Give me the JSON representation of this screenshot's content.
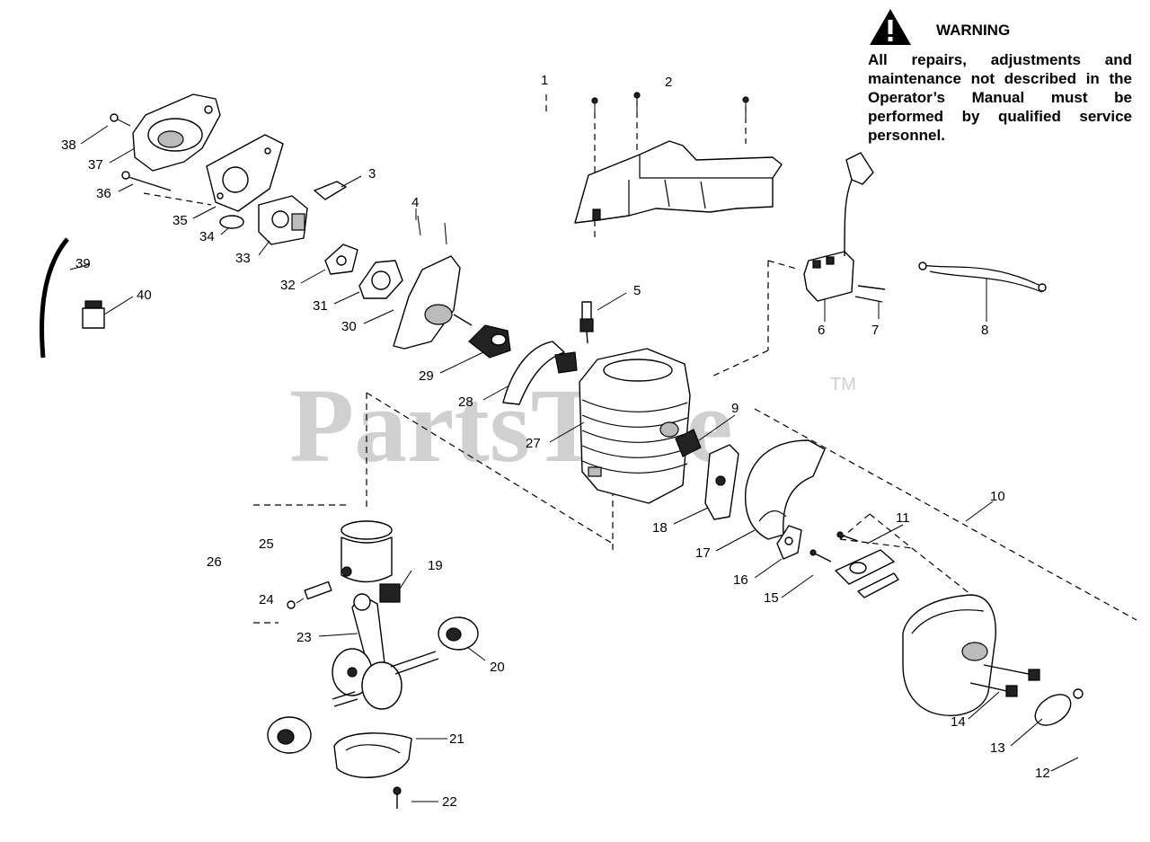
{
  "warning": {
    "title": "WARNING",
    "text": "All repairs, adjustments and maintenance not described in the Operator’s Manual must be performed by qualified  service personnel."
  },
  "watermark": {
    "brand": "PartsTree",
    "trademark": "TM"
  },
  "callouts": [
    "1",
    "2",
    "3",
    "4",
    "5",
    "6",
    "7",
    "8",
    "9",
    "10",
    "11",
    "12",
    "13",
    "14",
    "15",
    "16",
    "17",
    "18",
    "19",
    "20",
    "21",
    "22",
    "23",
    "24",
    "25",
    "26",
    "27",
    "28",
    "29",
    "30",
    "31",
    "32",
    "33",
    "34",
    "35",
    "36",
    "37",
    "38",
    "39",
    "40"
  ]
}
